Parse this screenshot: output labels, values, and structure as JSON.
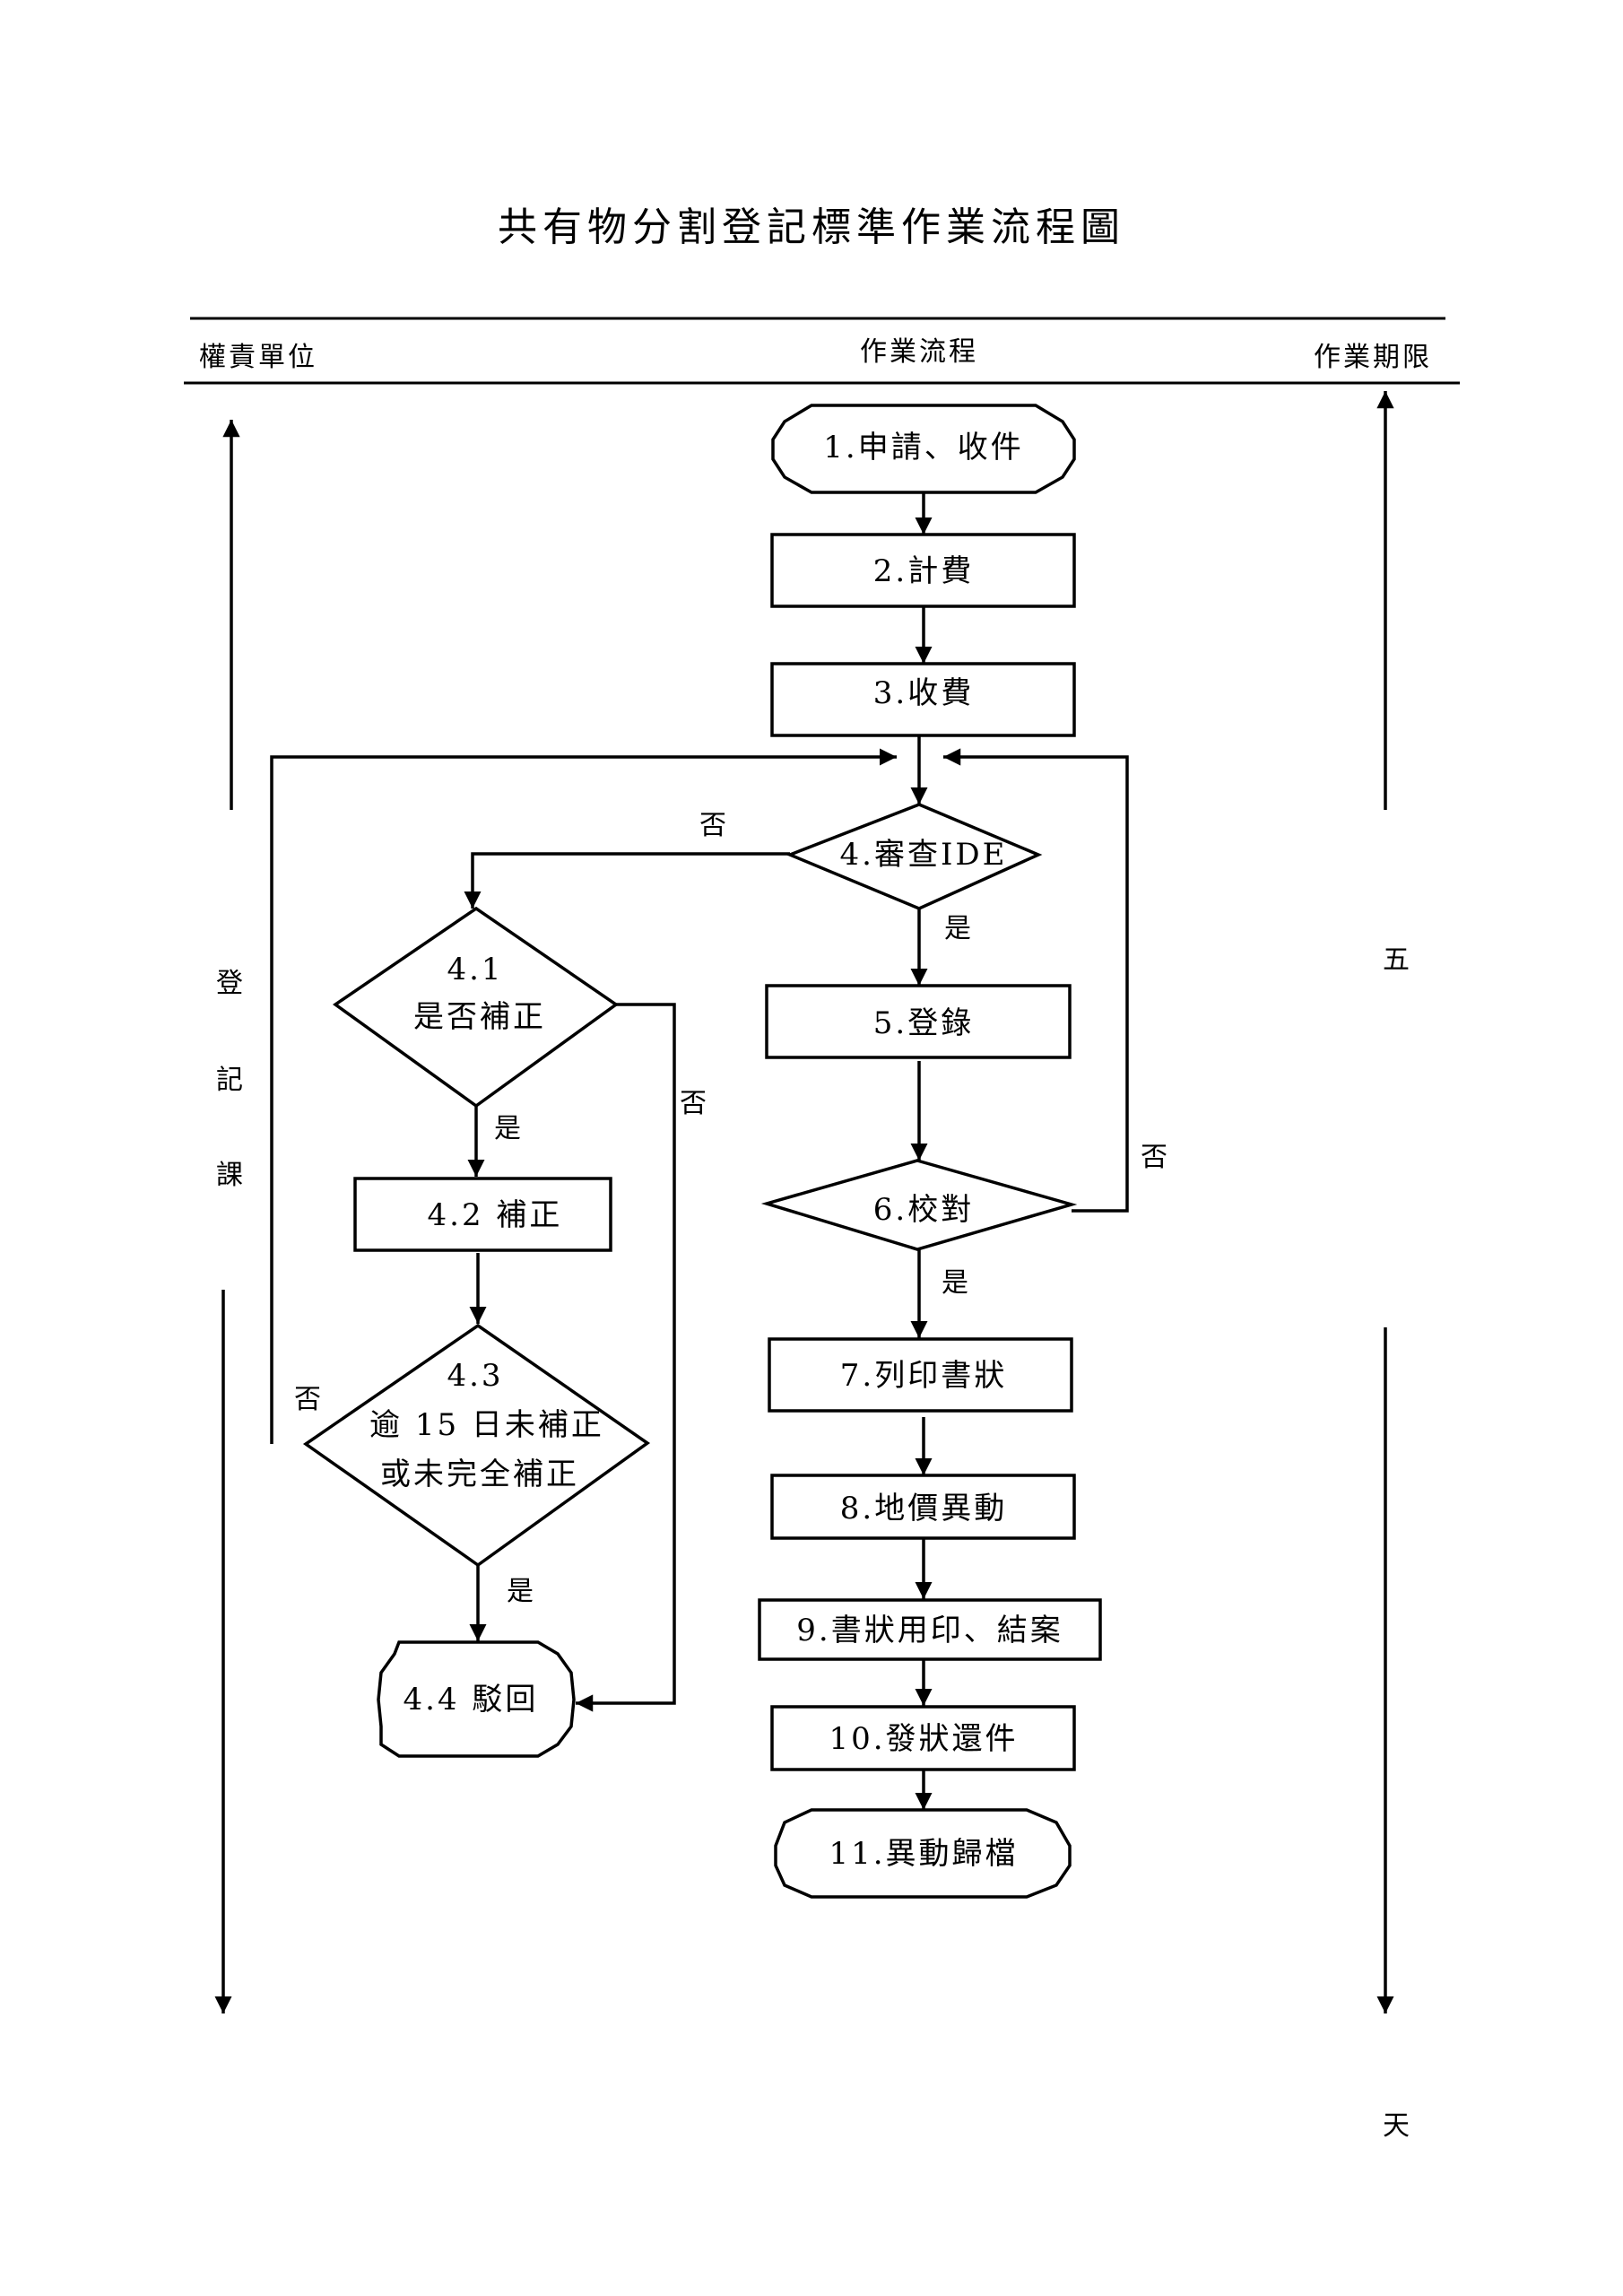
{
  "title": "共有物分割登記標準作業流程圖",
  "header": {
    "responsible_unit": "權責單位",
    "process": "作業流程",
    "deadline": "作業期限"
  },
  "responsible_unit_label": [
    "登",
    "記",
    "課"
  ],
  "deadline_label": {
    "top": "五",
    "bottom": "天"
  },
  "nodes": {
    "n1": "1.申請、收件",
    "n2": "2.計費",
    "n3": "3.收費",
    "n4": "4.審查IDE",
    "n5": "5.登錄",
    "n6": "6.校對",
    "n7": "7.列印書狀",
    "n8": "8.地價異動",
    "n9": "9.書狀用印、結案",
    "n10": "10.發狀還件",
    "n11": "11.異動歸檔",
    "n41_line1": "4.1",
    "n41_line2": "是否補正",
    "n42": "4.2 補正",
    "n43_line1": "4.3",
    "n43_line2": "逾 15 日未補正",
    "n43_line3": "或未完全補正",
    "n44": "4.4 駁回"
  },
  "edge_labels": {
    "n4_no": "否",
    "n4_yes": "是",
    "n41_yes": "是",
    "n41_no": "否",
    "n43_no": "否",
    "n43_yes": "是",
    "n6_no": "否",
    "n6_yes": "是"
  }
}
